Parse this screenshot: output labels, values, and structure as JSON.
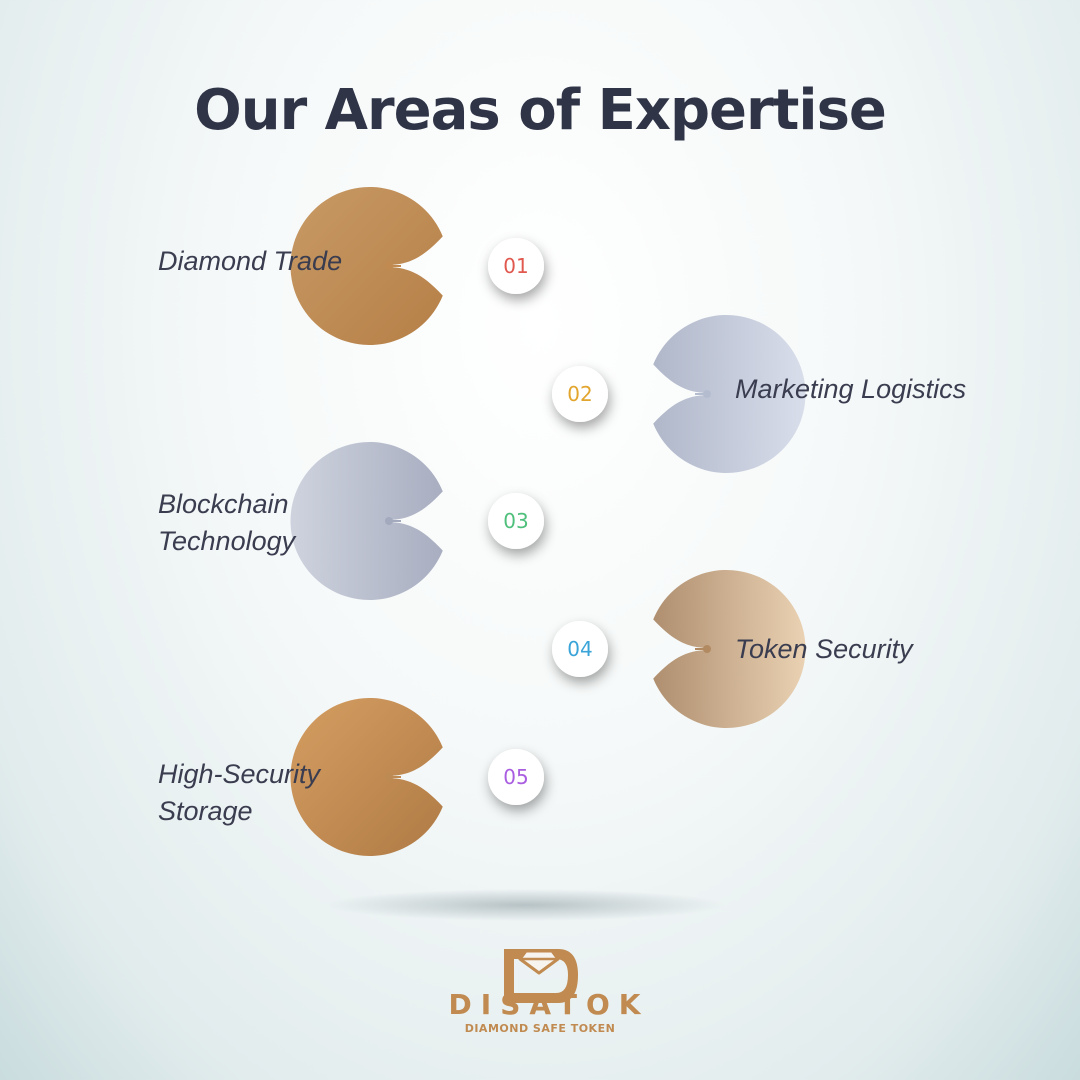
{
  "title": "Our Areas of Expertise",
  "items": [
    {
      "number": "01",
      "label": "Diamond Trade",
      "side": "left",
      "fill_color": "#c08a50",
      "number_color": "#e0584e"
    },
    {
      "number": "02",
      "label": "Marketing Logistics",
      "side": "right",
      "fill_color": "#b4bdd0",
      "number_color": "#e2a52d"
    },
    {
      "number": "03",
      "label": "Blockchain\nTechnology",
      "side": "left",
      "fill_color": "#a4aabe",
      "number_color": "#4fbf7c"
    },
    {
      "number": "04",
      "label": "Token Security",
      "side": "right",
      "fill_color": "#b28a62",
      "number_color": "#3aa4d8"
    },
    {
      "number": "05",
      "label": "High-Security\nStorage",
      "side": "left",
      "fill_color": "#bd8a53",
      "number_color": "#a95de0"
    }
  ],
  "brand": {
    "name": "DISATOK",
    "tagline": "DIAMOND SAFE TOKEN",
    "color": "#c08a50"
  },
  "colors": {
    "title": "#2f3447",
    "label": "#3a3d4f"
  }
}
